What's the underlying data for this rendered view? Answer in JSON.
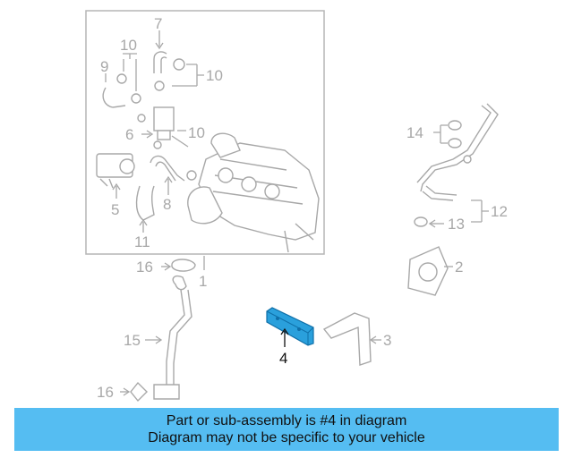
{
  "labels": {
    "l1": "1",
    "l2": "2",
    "l3": "3",
    "l4": "4",
    "l5": "5",
    "l6": "6",
    "l7": "7",
    "l8": "8",
    "l9": "9",
    "l10a": "10",
    "l10b": "10",
    "l10c": "10",
    "l11": "11",
    "l12": "12",
    "l13": "13",
    "l14": "14",
    "l15": "15",
    "l16a": "16",
    "l16b": "16"
  },
  "highlight_color": "#1f8fcf",
  "banner": {
    "line1": "Part or sub-assembly is #4 in diagram",
    "line2": "Diagram may not be specific to your vehicle",
    "color": "#55bdf2"
  }
}
